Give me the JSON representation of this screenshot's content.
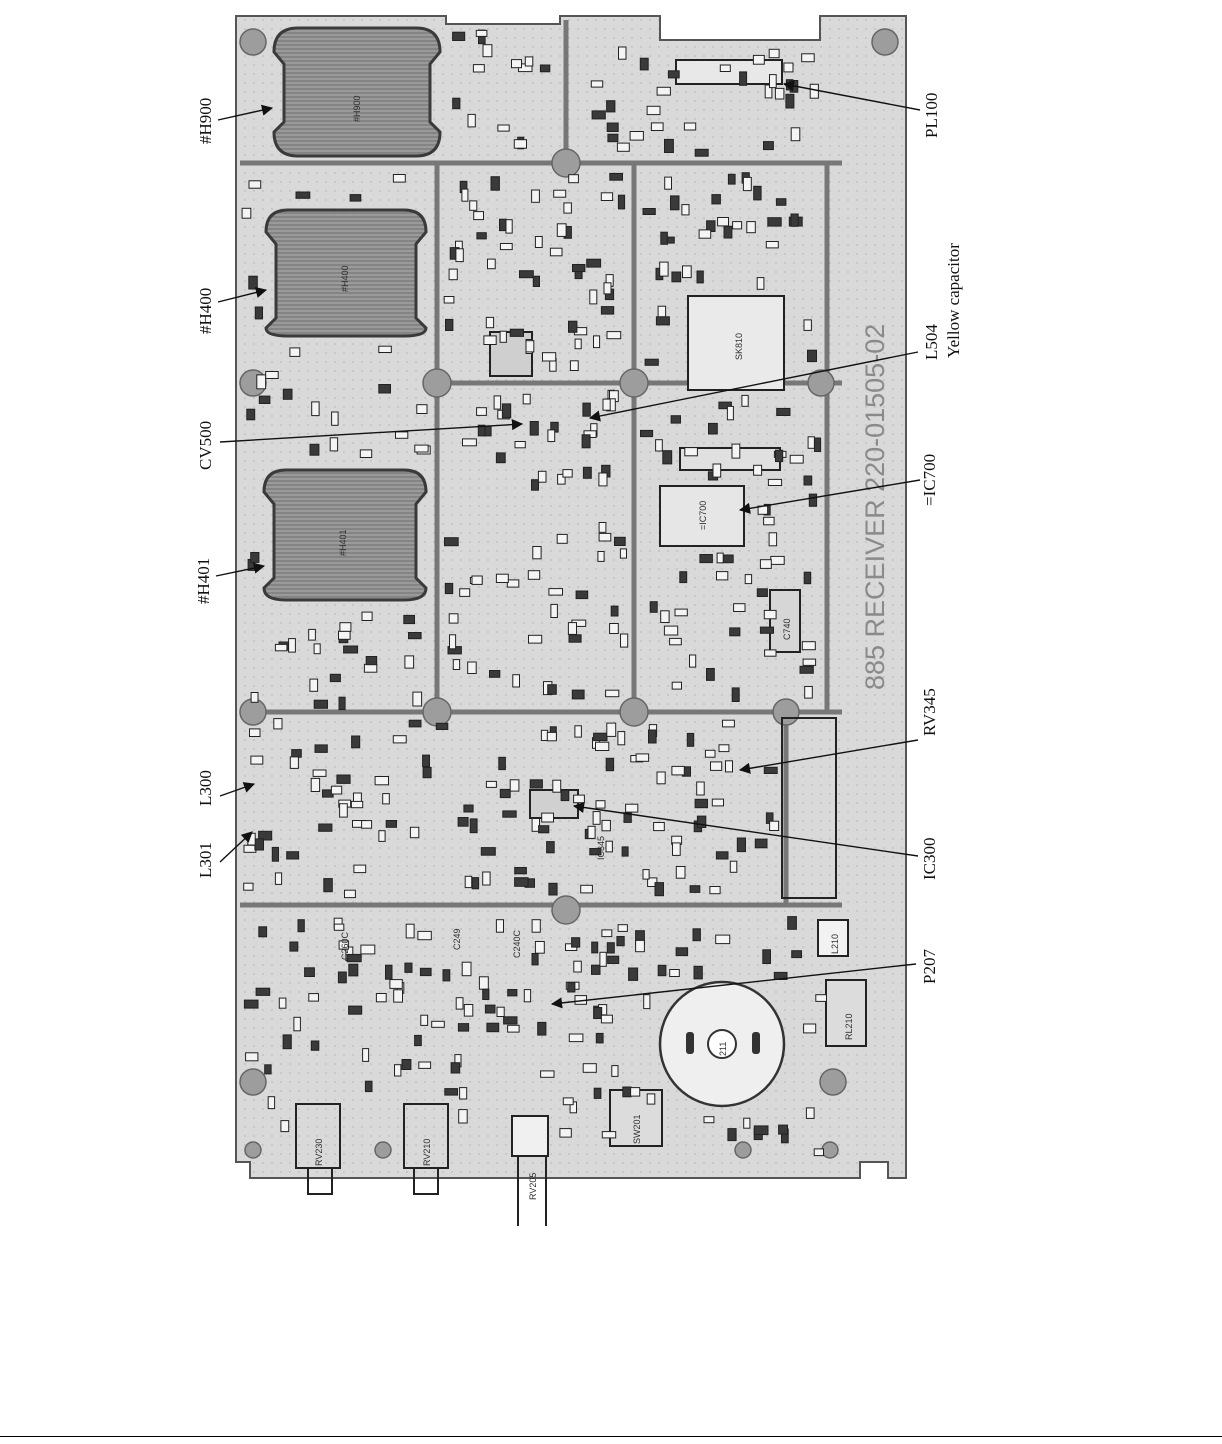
{
  "diagram": {
    "board": {
      "silkscreen_label": "885   RECEIVER   220-01505-02"
    },
    "callouts": [
      {
        "id": "H900",
        "text": "#H900",
        "side": "left"
      },
      {
        "id": "H400",
        "text": "#H400",
        "side": "left"
      },
      {
        "id": "CV500",
        "text": "CV500",
        "side": "left"
      },
      {
        "id": "H401",
        "text": "#H401",
        "side": "left"
      },
      {
        "id": "L300",
        "text": "L300",
        "side": "left"
      },
      {
        "id": "L301",
        "text": "L301",
        "side": "left"
      },
      {
        "id": "PL100",
        "text": "PL100",
        "side": "right"
      },
      {
        "id": "L504",
        "text": "L504",
        "side": "right"
      },
      {
        "id": "L504note",
        "text": "Yellow capacitor",
        "side": "right"
      },
      {
        "id": "IC700",
        "text": "=IC700",
        "side": "right"
      },
      {
        "id": "RV345",
        "text": "RV345",
        "side": "right"
      },
      {
        "id": "IC300",
        "text": "IC300",
        "side": "right"
      },
      {
        "id": "P207",
        "text": "P207",
        "side": "right"
      }
    ],
    "component_marks": [
      {
        "id": "m-h900",
        "text": "#H900"
      },
      {
        "id": "m-h400",
        "text": "#H400"
      },
      {
        "id": "m-h401",
        "text": "#H401"
      },
      {
        "id": "m-ic300",
        "text": "IC345"
      },
      {
        "id": "m-sw201",
        "text": "SW201"
      },
      {
        "id": "m-rv205",
        "text": "RV205"
      },
      {
        "id": "m-rv210",
        "text": "RV210"
      },
      {
        "id": "m-rv230",
        "text": "RV230"
      },
      {
        "id": "m-rl210",
        "text": "RL210"
      },
      {
        "id": "m-l210",
        "text": "L210"
      },
      {
        "id": "m-c260",
        "text": "C260C"
      },
      {
        "id": "m-c249",
        "text": "C249"
      },
      {
        "id": "m-c240",
        "text": "C240C"
      },
      {
        "id": "m-c740",
        "text": "C740"
      },
      {
        "id": "m-c810",
        "text": "SK810"
      },
      {
        "id": "m-c700",
        "text": "=IC700"
      },
      {
        "id": "m-c211",
        "text": "211"
      }
    ],
    "colors": {
      "board_fill": "#d9d9d9",
      "board_edge": "#555555",
      "component_dark": "#3a3a3a",
      "pad_fill": "#f4f4f4",
      "leader_line": "#111111"
    }
  }
}
